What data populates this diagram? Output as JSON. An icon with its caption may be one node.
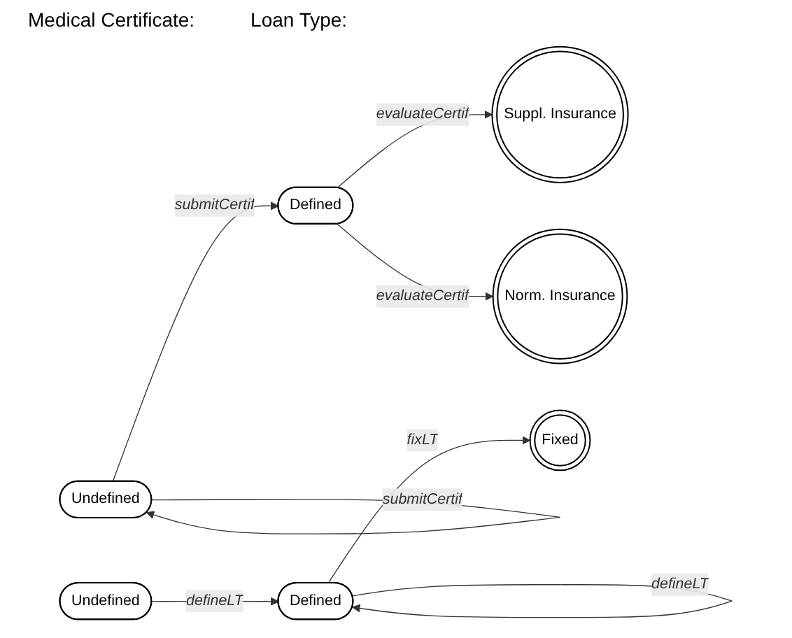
{
  "diagram": {
    "nodes": [
      {
        "text": [
          "Undefined"
        ]
      },
      {
        "text": [
          "Defined"
        ]
      },
      {
        "text": [
          "Suppl. Insurance"
        ]
      },
      {
        "text": [
          "Norm. Insurance"
        ]
      },
      {
        "text": [
          "Undefined"
        ]
      },
      {
        "text": [
          "Defined"
        ]
      },
      {
        "text": [
          "Fixed"
        ]
      }
    ],
    "edges": [
      {
        "from": 0,
        "to": 0,
        "arrow": "to",
        "label": "submitCertif"
      },
      {
        "from": 0,
        "to": 1,
        "arrow": "to",
        "label": "submitCertif"
      },
      {
        "from": 1,
        "to": 2,
        "arrow": "to",
        "label": "evaluateCertif"
      },
      {
        "from": 1,
        "to": 3,
        "arrow": "to",
        "label": "evaluateCertif"
      },
      {
        "from": 5,
        "to": 5,
        "arrow": "to",
        "label": "defineLT"
      },
      {
        "from": 4,
        "to": 5,
        "arrow": "to",
        "label": "defineLT"
      },
      {
        "from": 5,
        "to": 6,
        "arrow": "to",
        "label": "fixLT"
      }
    ],
    "labels": [
      "Medical Certificate:",
      "Loan Type:"
    ]
  }
}
